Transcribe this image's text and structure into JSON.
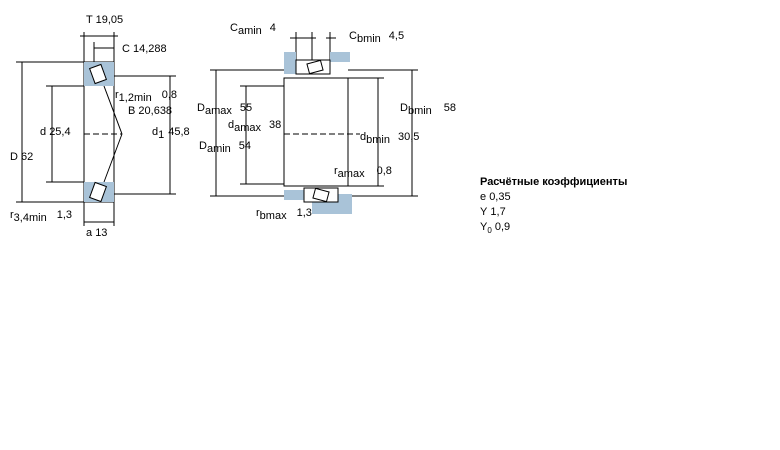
{
  "bearing_section": {
    "T": {
      "label": "T",
      "value": "19,05"
    },
    "C": {
      "label": "C",
      "value": "14,288"
    },
    "r12": {
      "label": "r",
      "sub": "1,2min",
      "value": "0,8"
    },
    "B": {
      "label": "B",
      "value": "20,638"
    },
    "d": {
      "label": "d",
      "value": "25,4"
    },
    "d1": {
      "label": "d",
      "sub": "1",
      "value": "45,8"
    },
    "D": {
      "label": "D",
      "value": "62"
    },
    "r34": {
      "label": "r",
      "sub": "3,4min",
      "value": "1,3"
    },
    "a": {
      "label": "a",
      "value": "13"
    }
  },
  "mounting": {
    "Camin": {
      "label": "C",
      "sub": "amin",
      "value": "4"
    },
    "Cbmin": {
      "label": "C",
      "sub": "bmin",
      "value": "4,5"
    },
    "Damax": {
      "label": "D",
      "sub": "amax",
      "value": "55"
    },
    "damax": {
      "label": "d",
      "sub": "amax",
      "value": "38"
    },
    "Damin": {
      "label": "D",
      "sub": "amin",
      "value": "54"
    },
    "Dbmin": {
      "label": "D",
      "sub": "bmin",
      "value": "58"
    },
    "dbmin": {
      "label": "d",
      "sub": "bmin",
      "value": "30,5"
    },
    "ramax": {
      "label": "r",
      "sub": "amax",
      "value": "0,8"
    },
    "rbmax": {
      "label": "r",
      "sub": "bmax",
      "value": "1,3"
    }
  },
  "coefficients": {
    "title": "Расчётные коэффициенты",
    "e": {
      "label": "e",
      "value": "0,35"
    },
    "Y": {
      "label": "Y",
      "value": "1,7"
    },
    "Y0": {
      "label": "Y",
      "sub": "0",
      "value": "0,9"
    }
  },
  "colors": {
    "shading": "#a9c3d8",
    "line": "#000000"
  }
}
